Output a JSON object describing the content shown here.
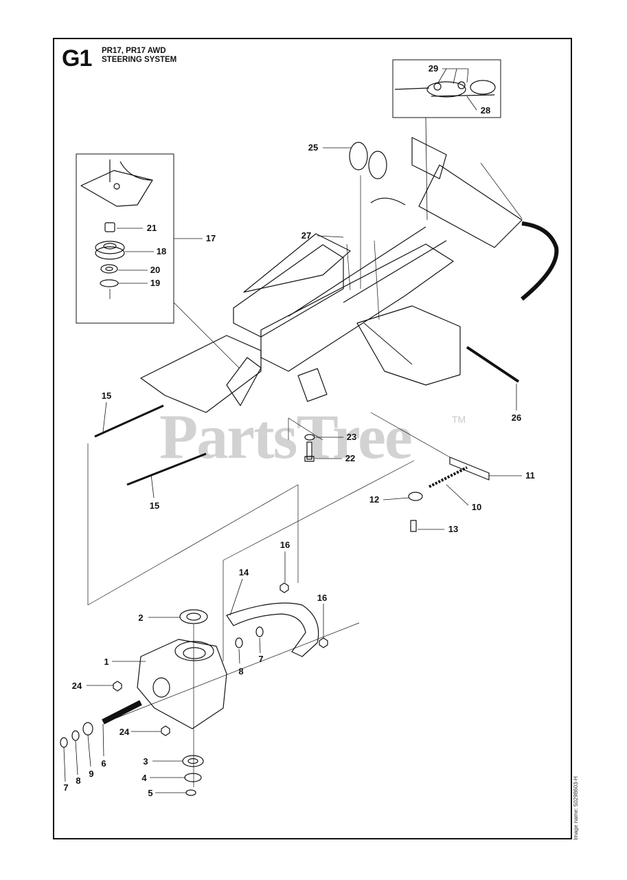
{
  "header": {
    "code": "G1",
    "model": "PR17, PR17 AWD",
    "title": "STEERING SYSTEM"
  },
  "watermark": {
    "text": "PartsTree",
    "tm": "TM"
  },
  "image_name": "Image name: 50298603-H",
  "parts": [
    {
      "id": "29",
      "label": "29"
    },
    {
      "id": "28",
      "label": "28"
    },
    {
      "id": "25",
      "label": "25"
    },
    {
      "id": "27",
      "label": "27"
    },
    {
      "id": "21",
      "label": "21"
    },
    {
      "id": "18",
      "label": "18"
    },
    {
      "id": "20",
      "label": "20"
    },
    {
      "id": "19",
      "label": "19"
    },
    {
      "id": "17",
      "label": "17"
    },
    {
      "id": "26",
      "label": "26"
    },
    {
      "id": "15a",
      "label": "15"
    },
    {
      "id": "15b",
      "label": "15"
    },
    {
      "id": "23",
      "label": "23"
    },
    {
      "id": "22",
      "label": "22"
    },
    {
      "id": "11",
      "label": "11"
    },
    {
      "id": "12",
      "label": "12"
    },
    {
      "id": "10",
      "label": "10"
    },
    {
      "id": "13",
      "label": "13"
    },
    {
      "id": "16a",
      "label": "16"
    },
    {
      "id": "14",
      "label": "14"
    },
    {
      "id": "16b",
      "label": "16"
    },
    {
      "id": "2",
      "label": "2"
    },
    {
      "id": "1",
      "label": "1"
    },
    {
      "id": "8a",
      "label": "8"
    },
    {
      "id": "7a",
      "label": "7"
    },
    {
      "id": "24a",
      "label": "24"
    },
    {
      "id": "24b",
      "label": "24"
    },
    {
      "id": "6",
      "label": "6"
    },
    {
      "id": "9",
      "label": "9"
    },
    {
      "id": "8b",
      "label": "8"
    },
    {
      "id": "7b",
      "label": "7"
    },
    {
      "id": "3",
      "label": "3"
    },
    {
      "id": "4",
      "label": "4"
    },
    {
      "id": "5",
      "label": "5"
    }
  ]
}
